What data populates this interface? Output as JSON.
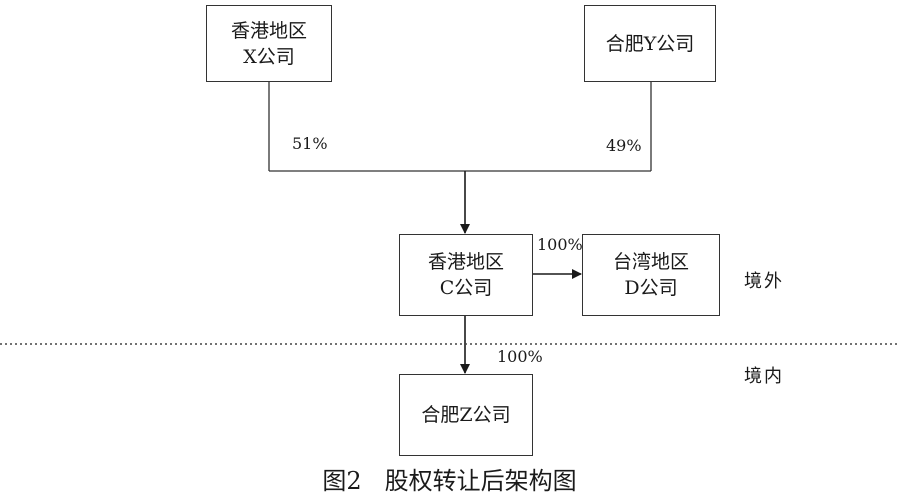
{
  "boxes": {
    "x_company": {
      "line1": "香港地区",
      "line2": "X公司"
    },
    "y_company": {
      "line1": "合肥Y公司"
    },
    "c_company": {
      "line1": "香港地区",
      "line2": "C公司"
    },
    "d_company": {
      "line1": "台湾地区",
      "line2": "D公司"
    },
    "z_company": {
      "line1": "合肥Z公司"
    }
  },
  "ownership": {
    "x_to_c": "51%",
    "y_to_c": "49%",
    "c_to_d": "100%",
    "c_to_z": "100%"
  },
  "regions": {
    "abroad": "境外",
    "domestic": "境内"
  },
  "caption": "图2   股权转让后架构图",
  "colors": {
    "line": "#333333",
    "text": "#1a1a1a"
  }
}
